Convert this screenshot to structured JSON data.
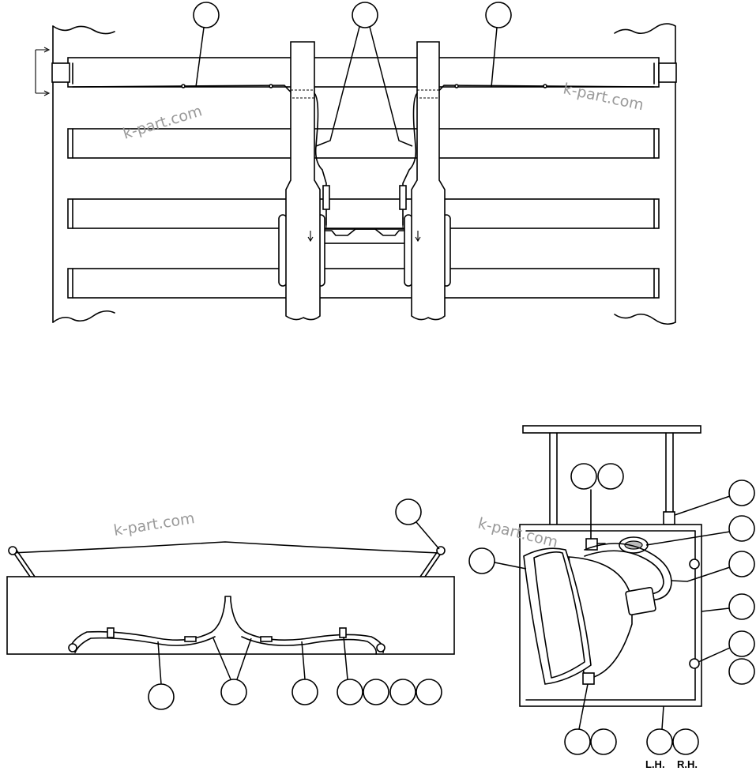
{
  "watermarks": [
    "k-part.com",
    "k-part.com",
    "k-part.com",
    "k-part.com"
  ],
  "labels": {
    "lh": "L.H.",
    "rh": "R.H."
  }
}
